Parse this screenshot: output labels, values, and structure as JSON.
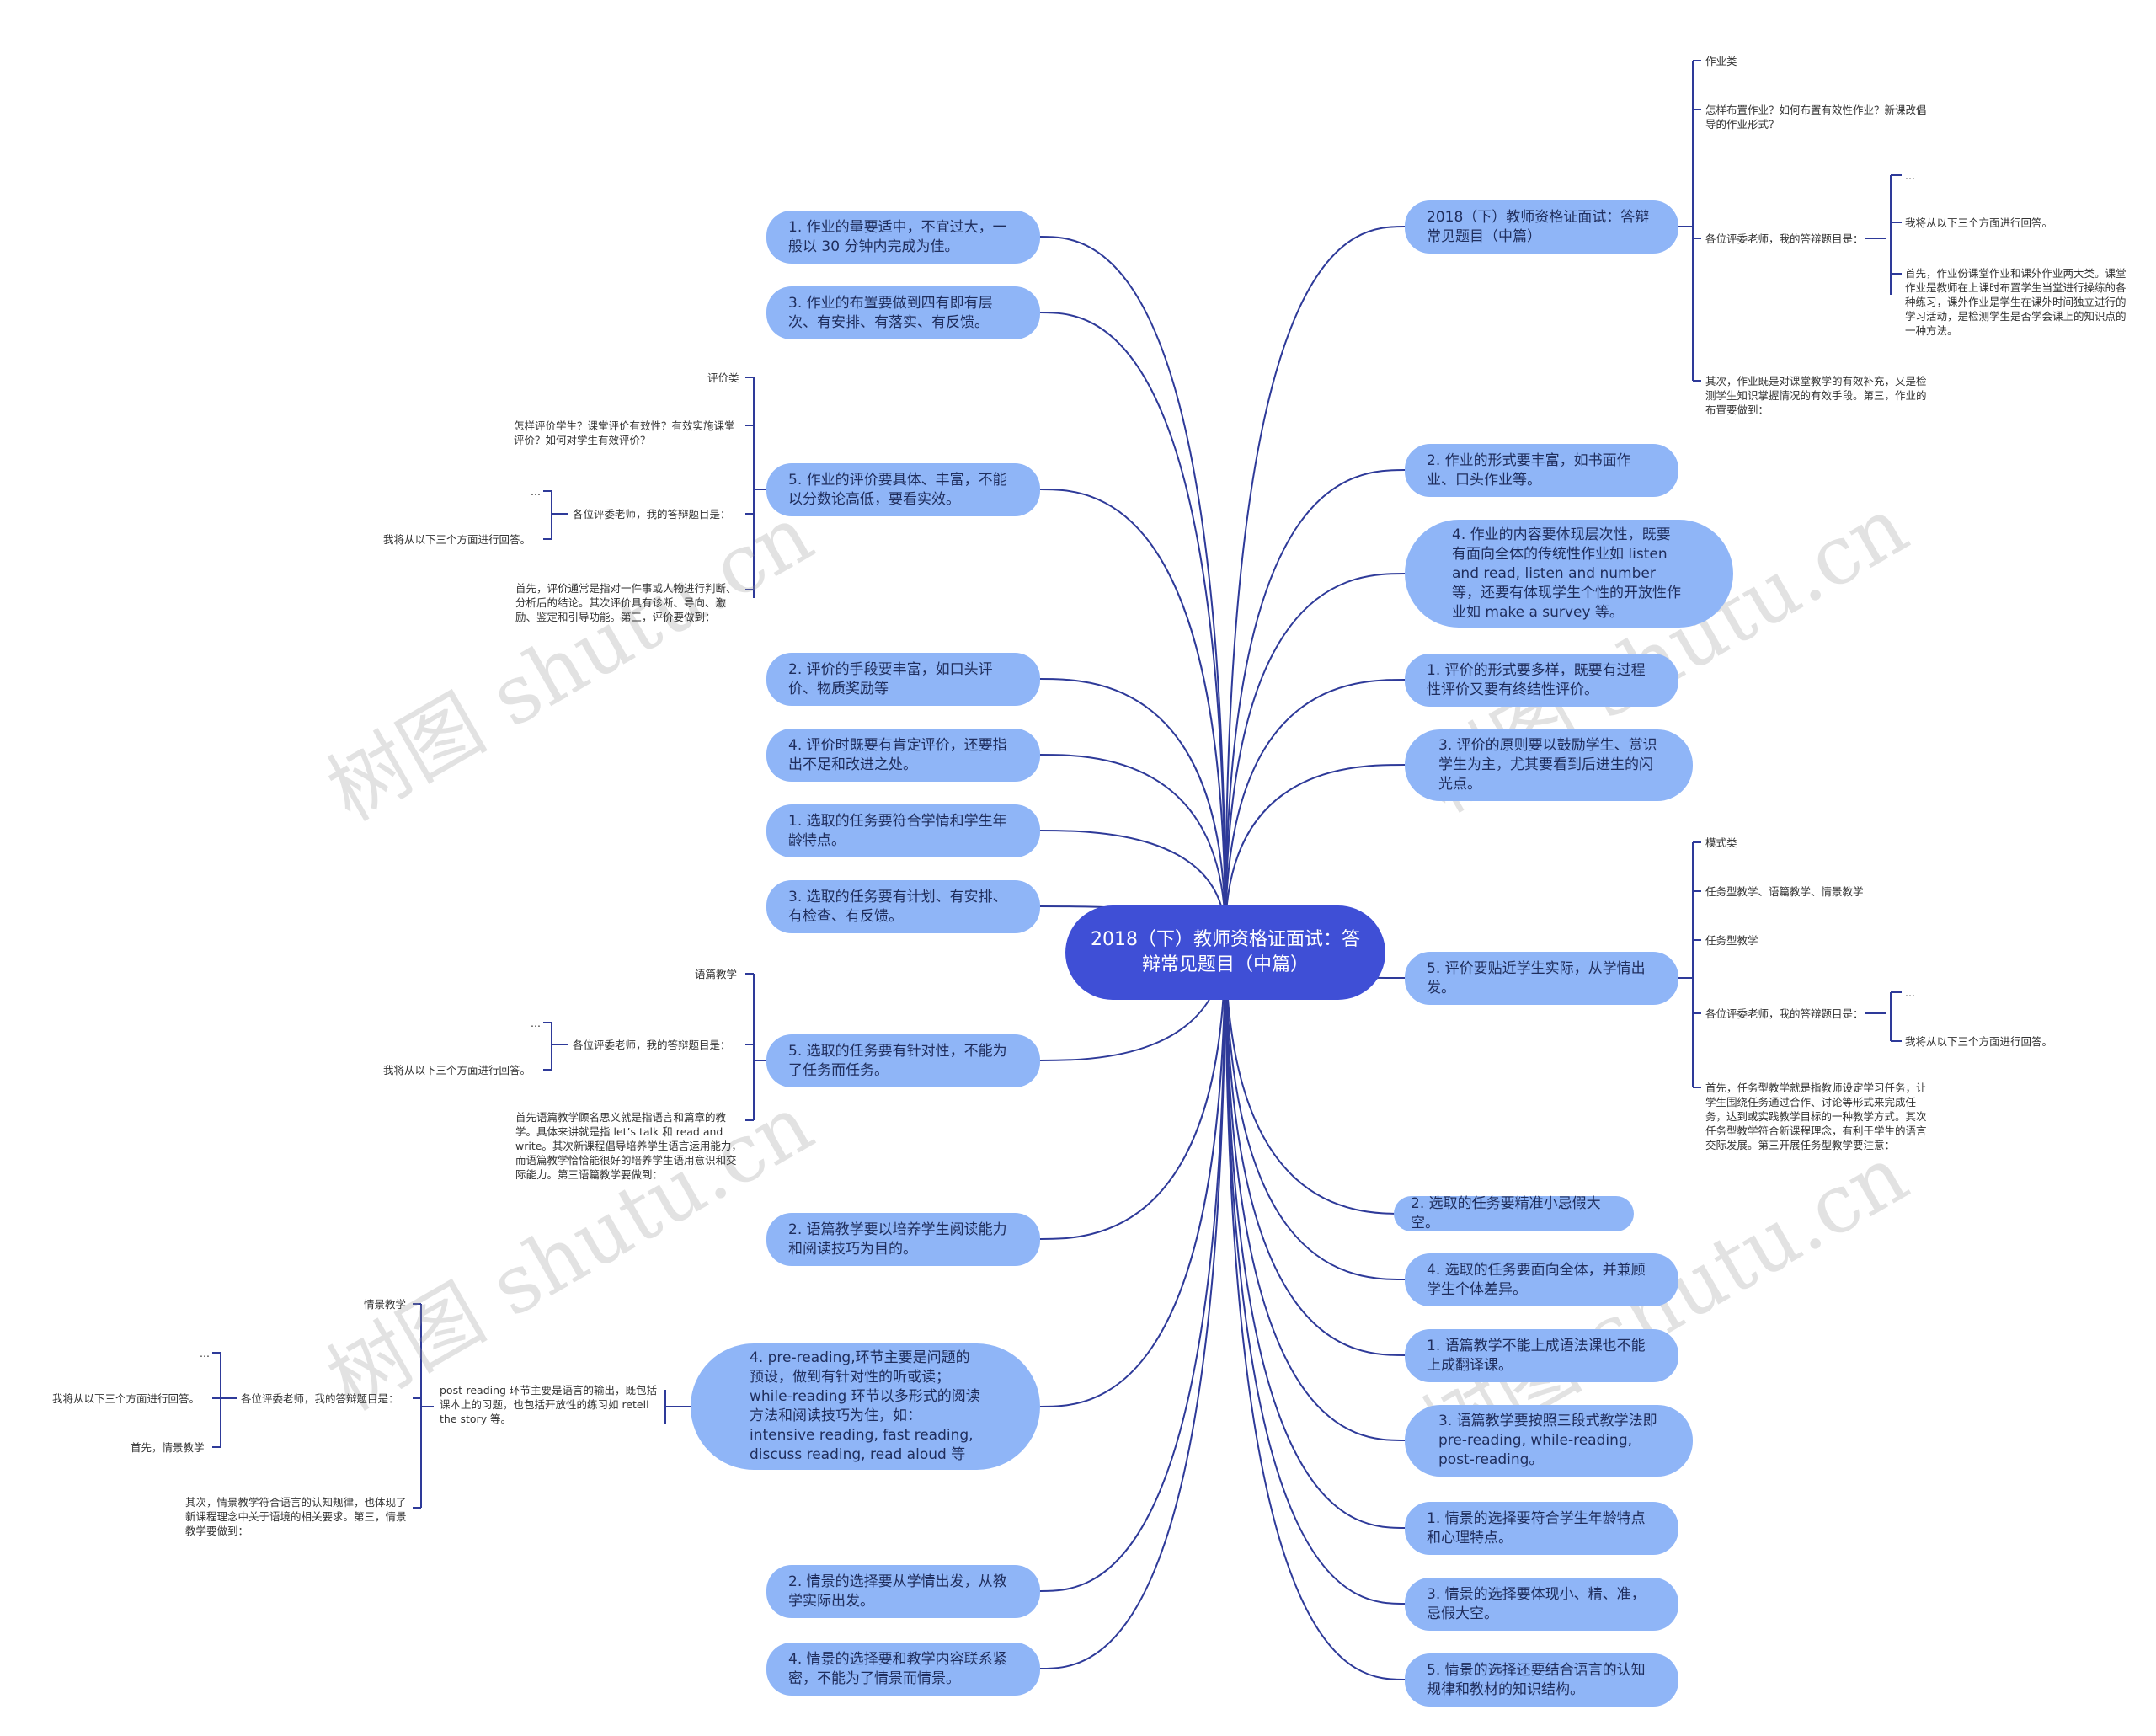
{
  "root": {
    "title": "2018（下）教师资格证面试：答辩常见题目（中篇）"
  },
  "watermark": "树图 shutu.cn",
  "left_nodes": [
    "1. 作业的量要适中，不宜过大，一般以 30 分钟内完成为佳。",
    "3. 作业的布置要做到四有即有层次、有安排、有落实、有反馈。",
    "5. 作业的评价要具体、丰富，不能以分数论高低，要看实效。",
    "2. 评价的手段要丰富，如口头评价、物质奖励等",
    "4. 评价时既要有肯定评价，还要指出不足和改进之处。",
    "1. 选取的任务要符合学情和学生年龄特点。",
    "3. 选取的任务要有计划、有安排、有检查、有反馈。",
    "5. 选取的任务要有针对性，不能为了任务而任务。",
    "2. 语篇教学要以培养学生阅读能力和阅读技巧为目的。",
    "4. pre-reading,环节主要是问题的预设，做到有针对性的听或读；while-reading 环节以多形式的阅读方法和阅读技巧为住，如：intensive reading, fast reading, discuss reading, read aloud 等",
    "2. 情景的选择要从学情出发，从教学实际出发。",
    "4. 情景的选择要和教学内容联系紧密，不能为了情景而情景。"
  ],
  "right_nodes": [
    "2018（下）教师资格证面试：答辩常见题目（中篇）",
    "2. 作业的形式要丰富，如书面作业、口头作业等。",
    "4. 作业的内容要体现层次性，既要有面向全体的传统性作业如 listen and read, listen and number 等，还要有体现学生个性的开放性作业如 make a survey 等。",
    "1. 评价的形式要多样，既要有过程性评价又要有终结性评价。",
    "3. 评价的原则要以鼓励学生、赏识学生为主，尤其要看到后进生的闪光点。",
    "5. 评价要贴近学生实际，从学情出发。",
    "2. 选取的任务要精准小忌假大空。",
    "4. 选取的任务要面向全体，并兼顾学生个体差异。",
    "1. 语篇教学不能上成语法课也不能上成翻译课。",
    "3. 语篇教学要按照三段式教学法即 pre-reading, while-reading, post-reading。",
    "1. 情景的选择要符合学生年龄特点和心理特点。",
    "3. 情景的选择要体现小、精、准，忌假大空。",
    "5. 情景的选择还要结合语言的认知规律和教材的知识结构。"
  ],
  "notes": {
    "homework": {
      "category": "作业类",
      "question": "怎样布置作业？如何布置有效性作业？新课改倡导的作业形式？",
      "answer_intro": "各位评委老师，我的答辩题目是：",
      "ellipsis": "...",
      "aspects": "我将从以下三个方面进行回答。",
      "first": "首先，作业份课堂作业和课外作业两大类。课堂作业是教师在上课时布置学生当堂进行操练的各种练习，课外作业是学生在课外时间独立进行的学习活动，是检测学生是否学会课上的知识点的一种方法。",
      "second": "其次，作业既是对课堂教学的有效补充，又是检测学生知识掌握情况的有效手段。第三，作业的布置要做到："
    },
    "evaluation": {
      "category": "评价类",
      "question": "怎样评价学生？课堂评价有效性？有效实施课堂评价？如何对学生有效评价？",
      "answer_intro": "各位评委老师，我的答辩题目是：",
      "ellipsis": "...",
      "aspects": "我将从以下三个方面进行回答。",
      "first": "首先，评价通常是指对一件事或人物进行判断、分析后的结论。其次评价具有诊断、导向、激励、鉴定和引导功能。第三，评价要做到："
    },
    "mode": {
      "category": "模式类",
      "types": "任务型教学、语篇教学、情景教学",
      "task": "任务型教学",
      "answer_intro": "各位评委老师，我的答辩题目是：",
      "ellipsis": "...",
      "aspects": "我将从以下三个方面进行回答。",
      "first": "首先，任务型教学就是指教师设定学习任务，让学生围绕任务通过合作、讨论等形式来完成任务，达到或实践教学目标的一种教学方式。其次任务型教学符合新课程理念，有利于学生的语言交际发展。第三开展任务型教学要注意："
    },
    "discourse": {
      "category": "语篇教学",
      "answer_intro": "各位评委老师，我的答辩题目是：",
      "ellipsis": "...",
      "aspects": "我将从以下三个方面进行回答。",
      "first": "首先语篇教学顾名思义就是指语言和篇章的教学。具体来讲就是指 let’s talk 和 read and write。其次新课程倡导培养学生语言运用能力，而语篇教学恰恰能很好的培养学生语用意识和交际能力。第三语篇教学要做到："
    },
    "situation": {
      "category": "情景教学",
      "answer_intro": "各位评委老师，我的答辩题目是：",
      "ellipsis": "...",
      "aspects": "我将从以下三个方面进行回答。",
      "first": "首先，情景教学",
      "second": "其次，情景教学符合语言的认知规律，也体现了新课程理念中关于语境的相关要求。第三，情景教学要做到：",
      "post": "post-reading 环节主要是语言的输出，既包括课本上的习题，也包括开放性的练习如 retell the story 等。"
    }
  }
}
